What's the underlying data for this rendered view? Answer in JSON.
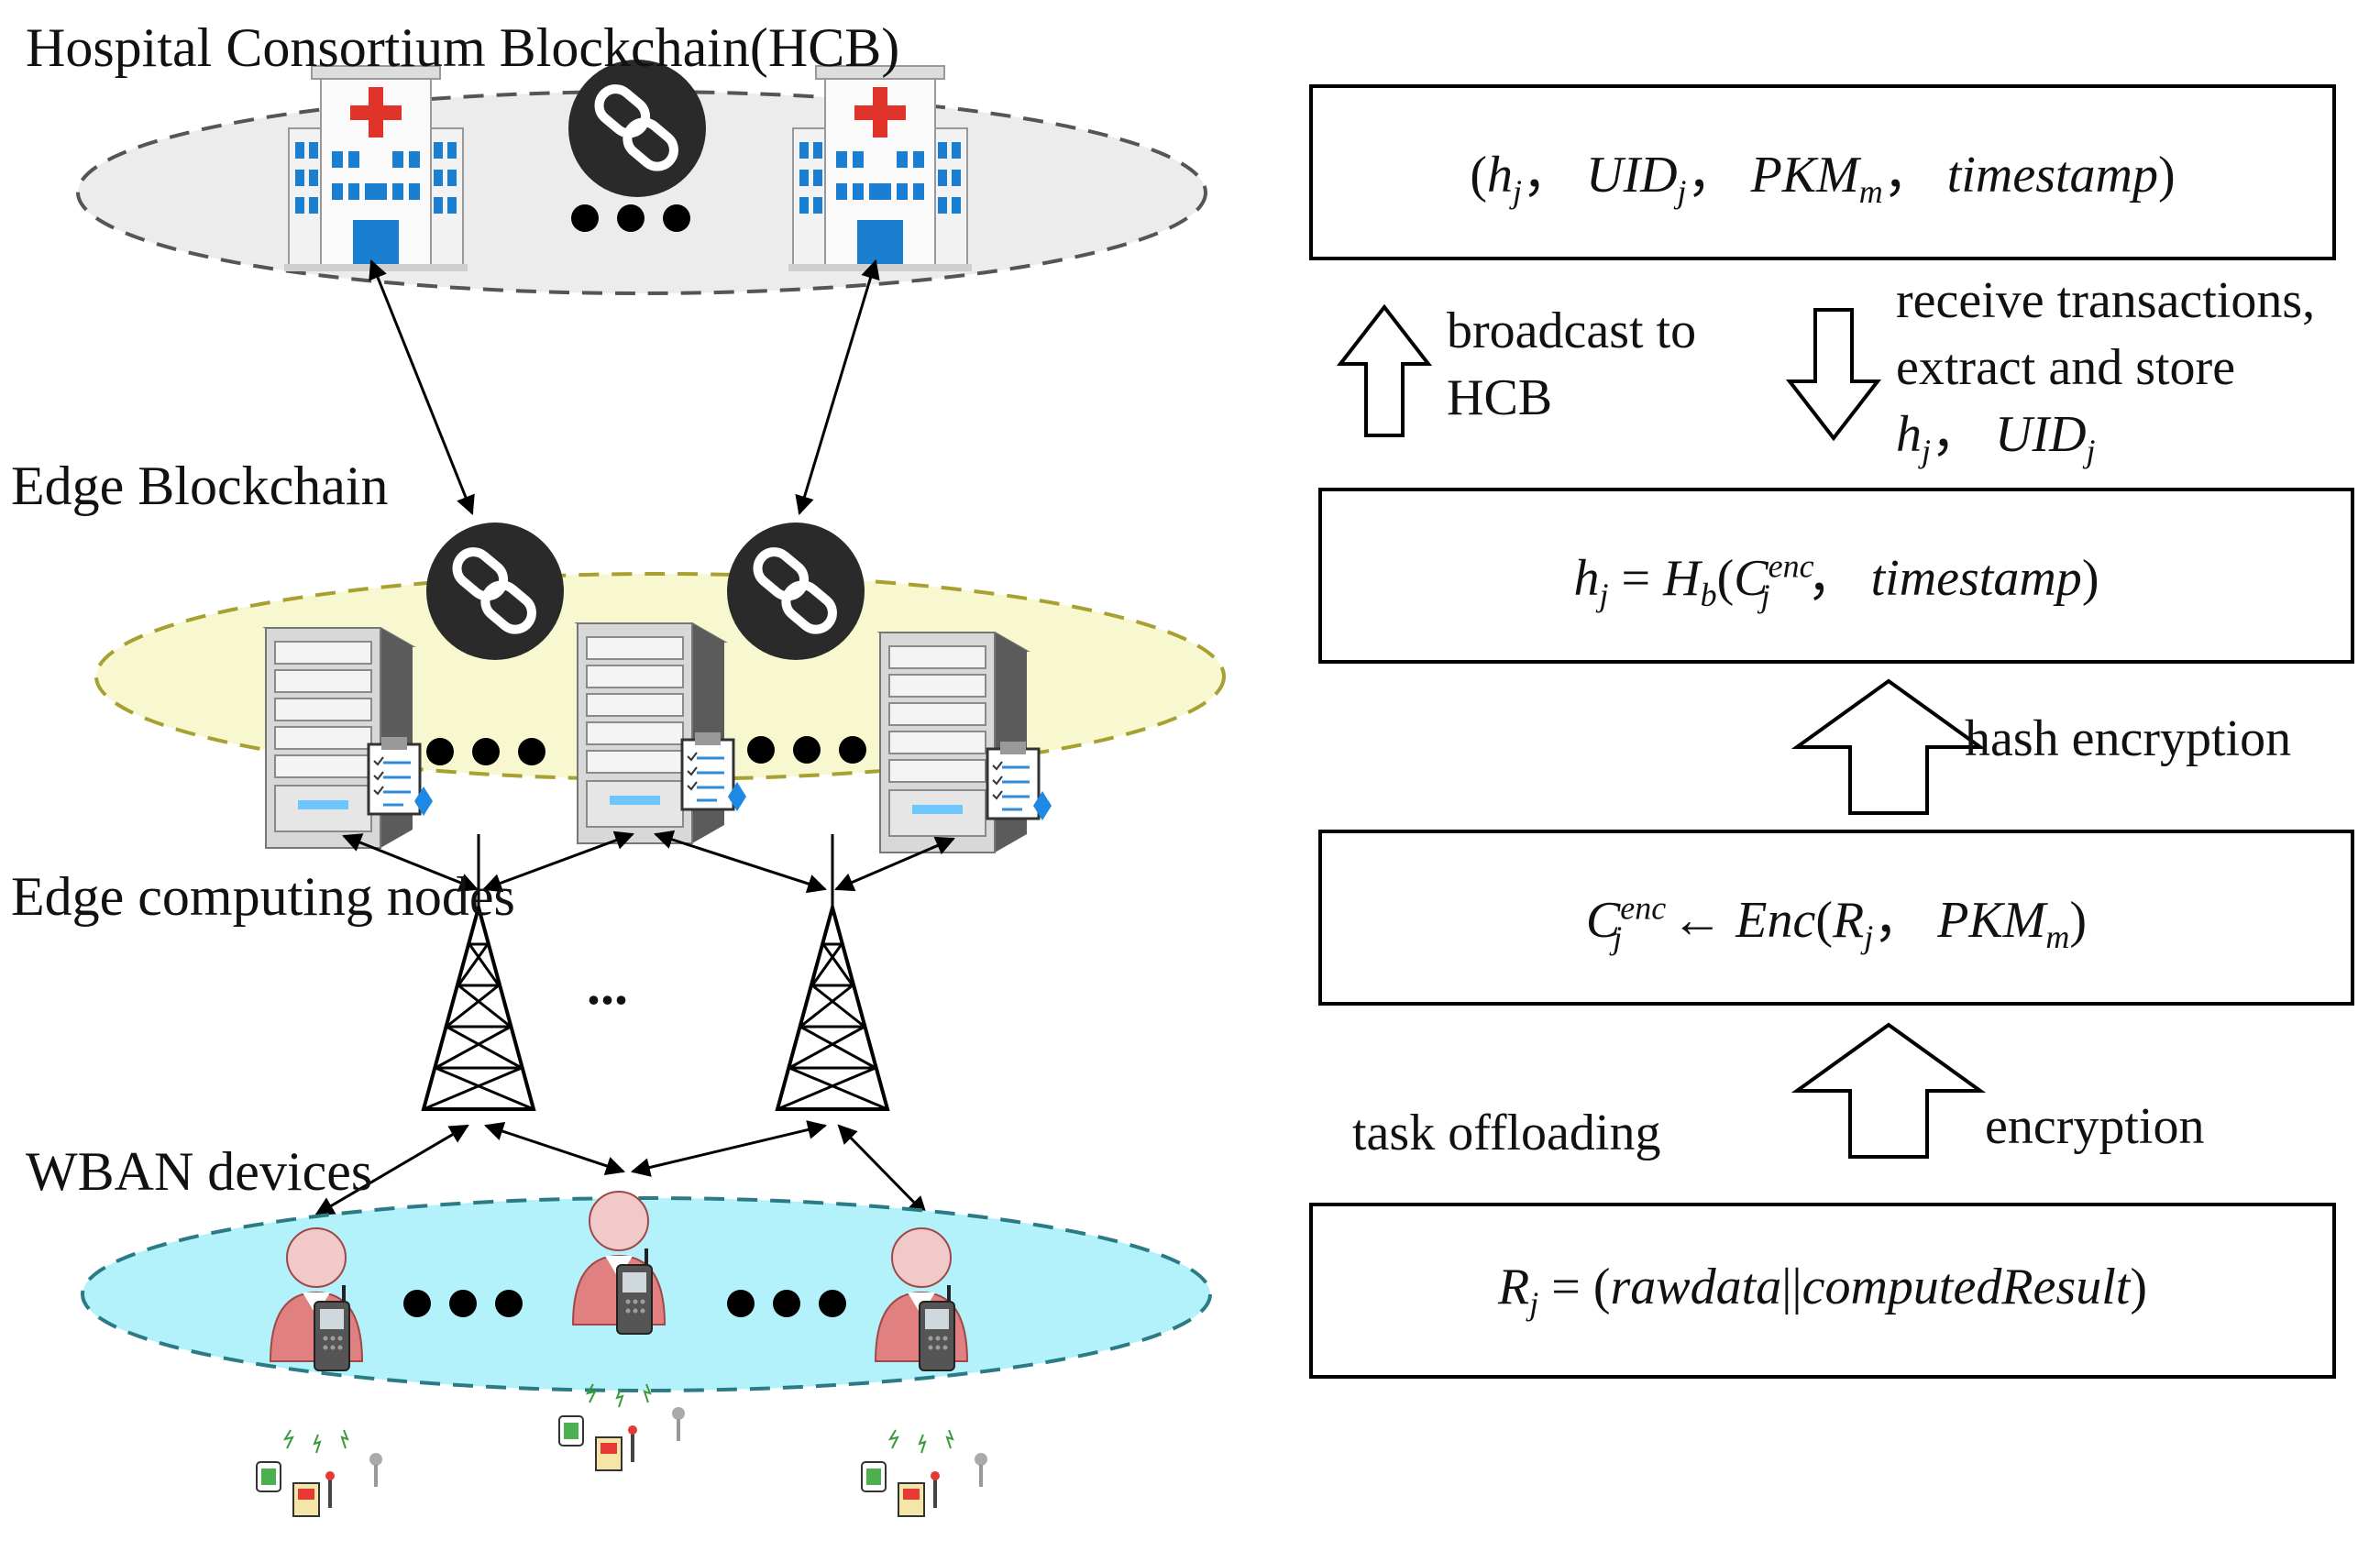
{
  "left": {
    "hcb_label": "Hospital Consortium Blockchain(HCB)",
    "edge_blockchain_label": "Edge Blockchain",
    "edge_nodes_label": "Edge computing nodes",
    "wban_label": "WBAN devices",
    "tower_ellipsis": "..."
  },
  "right": {
    "box1": {
      "open": "(",
      "h": "h",
      "j1": "j",
      "uid": "UID",
      "j2": "j",
      "pkm": "PKM",
      "m": "m",
      "ts": "timestamp",
      "close": ")",
      "sep": "，"
    },
    "broadcast": [
      "broadcast to",
      "HCB"
    ],
    "receive": [
      "receive transactions,",
      "extract and store"
    ],
    "receive_formula": {
      "h": "h",
      "j1": "j",
      "uid": "UID",
      "j2": "j",
      "sep": "，"
    },
    "box2": {
      "h": "h",
      "j": "j",
      "eq": "=",
      "H": "H",
      "b": "b",
      "C": "C",
      "enc": "enc",
      "j2": "j",
      "ts": "timestamp",
      "sep": "，"
    },
    "hash_label": "hash encryption",
    "box3": {
      "C": "C",
      "enc": "enc",
      "j": "j",
      "arrow": "←",
      "Enc": "Enc",
      "R": "R",
      "j2": "j",
      "pkm": "PKM",
      "m": "m",
      "sep": "，"
    },
    "task_label": "task offloading",
    "encryption_label": "encryption",
    "box4": {
      "R": "R",
      "j": "j",
      "eq": "=",
      "raw": "rawdata",
      "bar": "||",
      "res": "computedResult"
    }
  },
  "colors": {
    "hcb_ellipse": "#ececec",
    "edge_ellipse": "#f7f8cf",
    "wban_ellipse": "#b3f2fa",
    "hospital_red": "#e0342a",
    "hospital_blue": "#1a7fd1",
    "chain_badge": "#2a2a2a",
    "person_red": "#e08080"
  },
  "icons": [
    "hospital-icon",
    "chain-link-icon",
    "server-icon",
    "ledger-icon",
    "cell-tower-icon",
    "person-with-phone-icon",
    "sensor-icon"
  ]
}
